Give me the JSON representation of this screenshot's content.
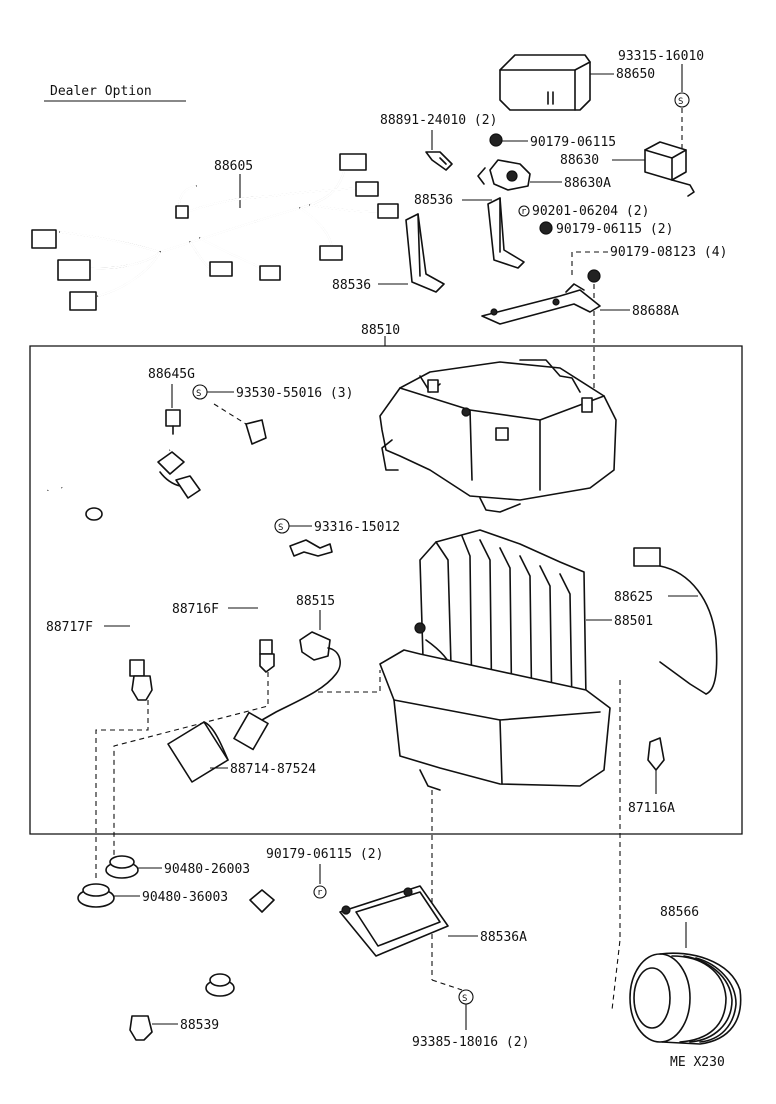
{
  "header": {
    "note": "Dealer Option"
  },
  "footer": {
    "code": "ME X230"
  },
  "labels": {
    "p_88650": "88650",
    "p_93315_16010": "93315-16010",
    "p_88891_24010": "88891-24010 (2)",
    "p_90179_06115_a": "90179-06115",
    "p_88630": "88630",
    "p_88630A": "88630A",
    "p_88605": "88605",
    "p_88536_a": "88536",
    "p_88536_b": "88536",
    "p_90201_06204": "90201-06204 (2)",
    "p_90179_06115_b": "90179-06115 (2)",
    "p_90179_08123": "90179-08123 (4)",
    "p_88688A": "88688A",
    "p_88510": "88510",
    "p_88645G": "88645G",
    "p_93530_55016": "93530-55016 (3)",
    "p_93316_15012": "93316-15012",
    "p_88717F": "88717F",
    "p_88716F": "88716F",
    "p_88515": "88515",
    "p_88625": "88625",
    "p_88501": "88501",
    "p_88714_87524": "88714-87524",
    "p_87116A": "87116A",
    "p_90179_06115_c": "90179-06115 (2)",
    "p_90480_26003": "90480-26003",
    "p_90480_36003": "90480-36003",
    "p_88536A": "88536A",
    "p_88566": "88566",
    "p_88539": "88539",
    "p_93385_18016": "93385-18016 (2)"
  },
  "symbols": {
    "s": "S",
    "r": "r"
  }
}
